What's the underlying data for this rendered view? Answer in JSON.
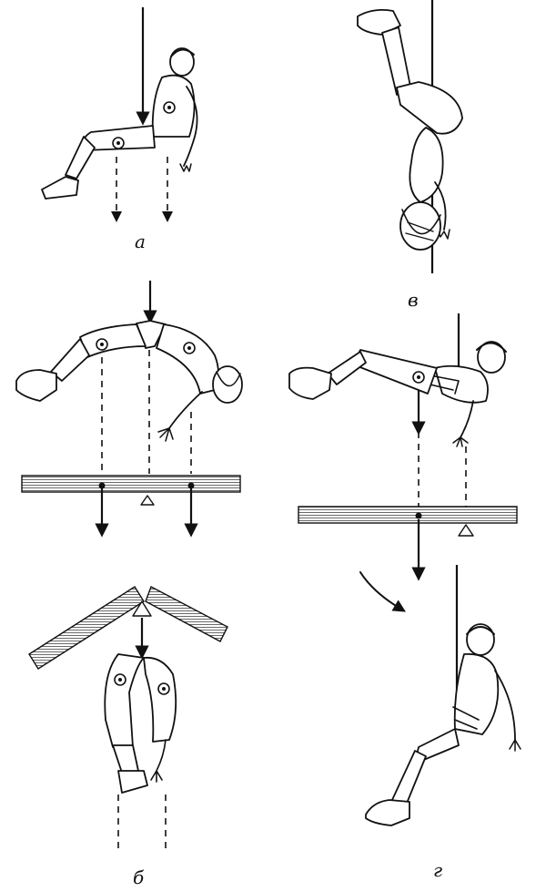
{
  "labels": {
    "a": "а",
    "b": "б",
    "v": "в",
    "g": "г"
  },
  "colors": {
    "ink": "#111111",
    "paper": "#ffffff"
  }
}
